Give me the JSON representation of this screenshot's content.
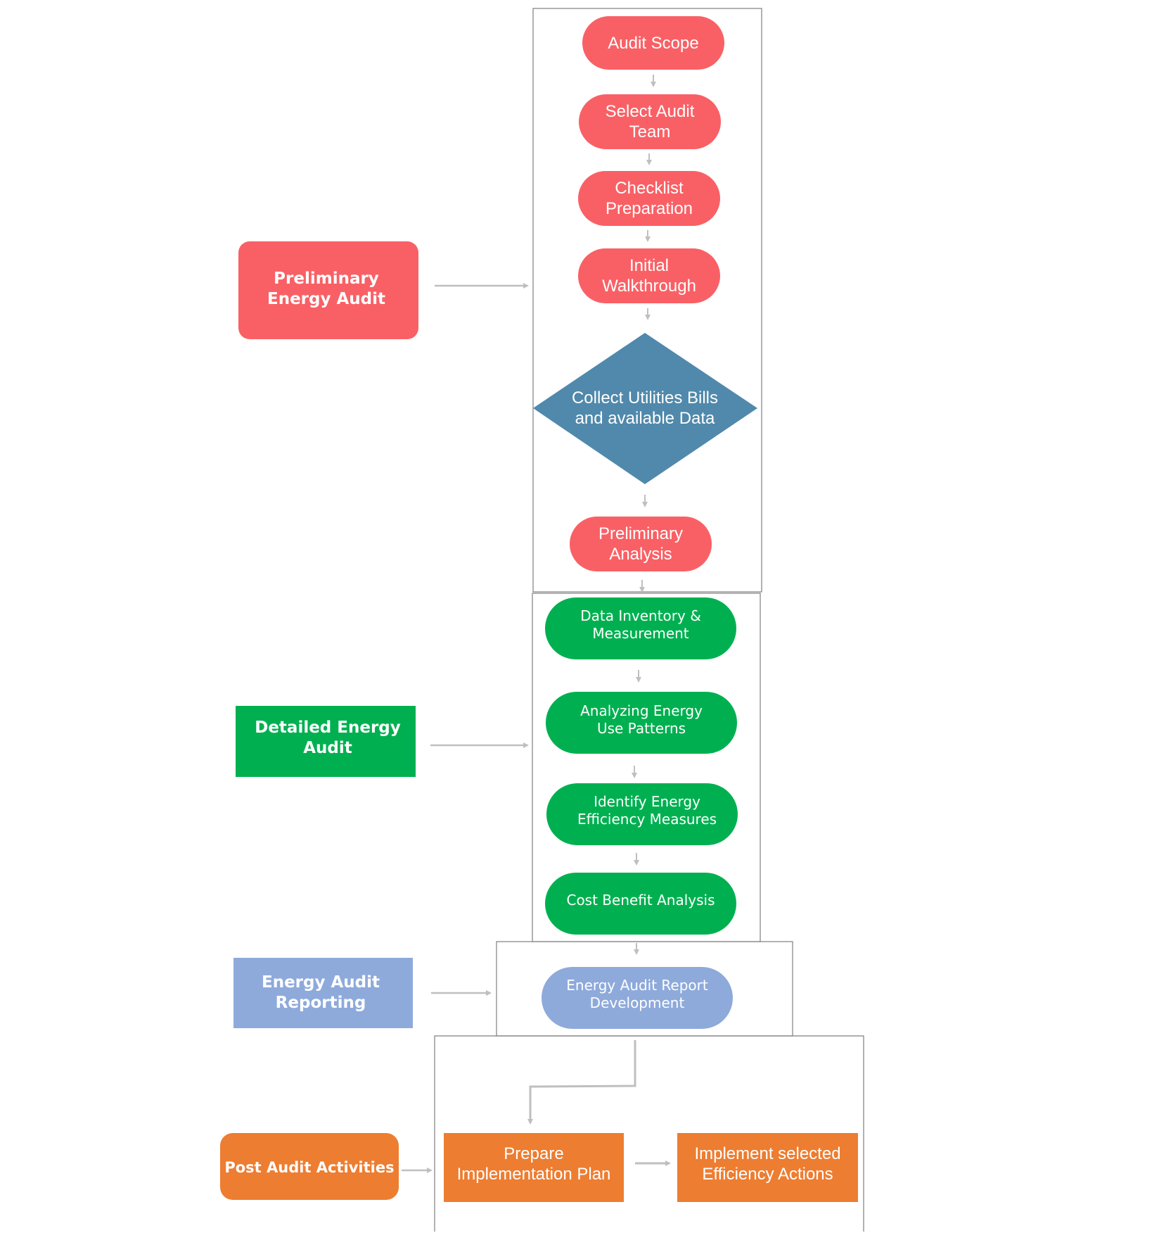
{
  "colors": {
    "red": "#f96065",
    "green": "#00b050",
    "blue_diamond": "#5089ab",
    "light_blue": "#8eaadb",
    "orange": "#ed7d31",
    "connector": "#bfbfbf",
    "frame": "#7f7f7f"
  },
  "phases": {
    "preliminary": "Preliminary\nEnergy Audit",
    "detailed": "Detailed Energy\nAudit",
    "reporting": "Energy Audit\nReporting",
    "post": "Post Audit Activities"
  },
  "steps": {
    "audit_scope": "Audit Scope",
    "select_team": "Select Audit\nTeam",
    "checklist": "Checklist\nPreparation",
    "walkthrough": "Initial\nWalkthrough",
    "collect_data": "Collect Utilities Bills\nand available Data",
    "prelim_analysis": "Preliminary\nAnalysis",
    "data_inventory": "Data Inventory &\nMeasurement",
    "analyzing": "Analyzing  Energy\nUse Patterns",
    "identify": "Identify Energy\nEfficiency Measures",
    "cost_benefit": "Cost Benefit Analysis",
    "report_dev": "Energy Audit  Report\nDevelopment",
    "implementation_plan": "Prepare\nImplementation Plan",
    "implement_actions": "Implement selected\nEfficiency Actions"
  }
}
